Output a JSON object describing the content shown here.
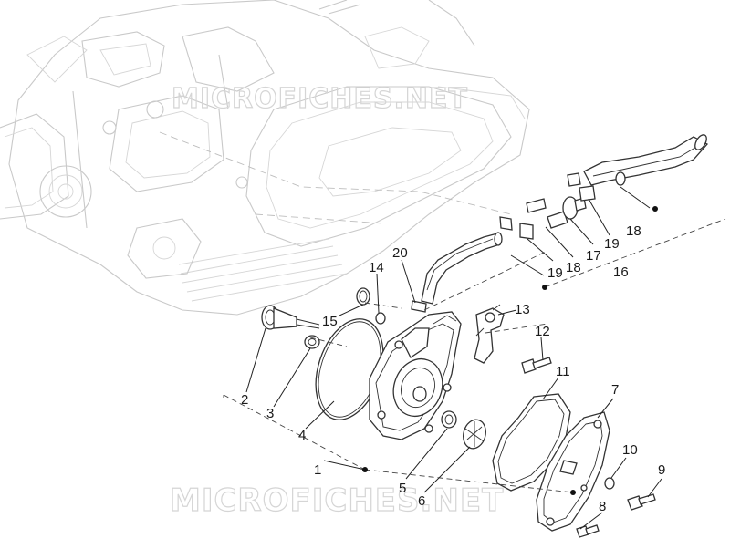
{
  "watermark": {
    "top_text": "MICROFICHES.NET",
    "bottom_text": "MICROFICHES.NET",
    "color": "#d9d9d9"
  },
  "diagram": {
    "subject": "Exploded parts view of engine water pump with hoses",
    "part_numbers": [
      "1",
      "2",
      "3",
      "4",
      "5",
      "6",
      "7",
      "8",
      "9",
      "10",
      "11",
      "12",
      "13",
      "14",
      "15",
      "16",
      "17",
      "18",
      "18",
      "19",
      "19",
      "20"
    ]
  },
  "colors": {
    "line": "#333333",
    "engine_line": "#c9c9c9",
    "background": "#ffffff"
  }
}
